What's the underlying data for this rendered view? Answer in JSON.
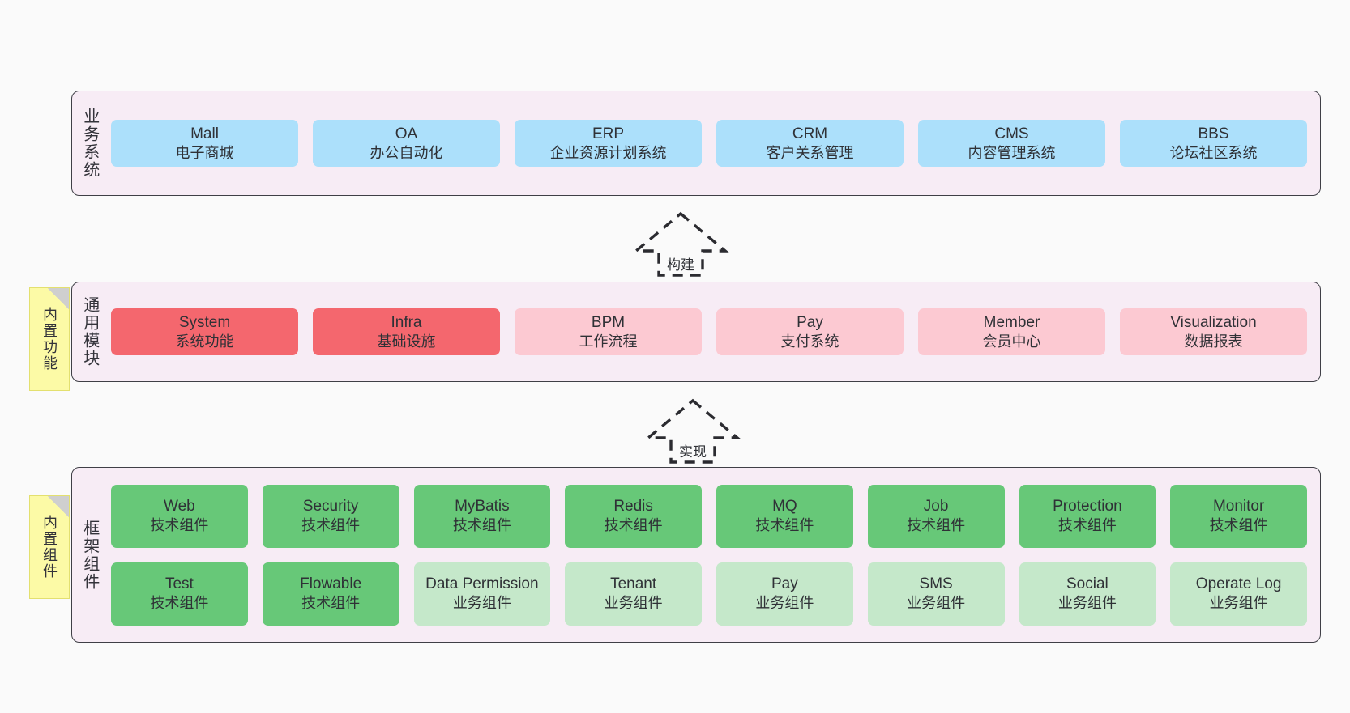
{
  "layers": [
    {
      "key": "business-systems",
      "label": "业务系统",
      "rows": [
        {
          "nodes": [
            {
              "en": "Mall",
              "cn": "电子商城",
              "style": "n-blue"
            },
            {
              "en": "OA",
              "cn": "办公自动化",
              "style": "n-blue"
            },
            {
              "en": "ERP",
              "cn": "企业资源计划系统",
              "style": "n-blue"
            },
            {
              "en": "CRM",
              "cn": "客户关系管理",
              "style": "n-blue"
            },
            {
              "en": "CMS",
              "cn": "内容管理系统",
              "style": "n-blue"
            },
            {
              "en": "BBS",
              "cn": "论坛社区系统",
              "style": "n-blue"
            }
          ]
        }
      ]
    },
    {
      "key": "common-modules",
      "label": "通用模块",
      "note": "内置功能",
      "rows": [
        {
          "nodes": [
            {
              "en": "System",
              "cn": "系统功能",
              "style": "n-red"
            },
            {
              "en": "Infra",
              "cn": "基础设施",
              "style": "n-red"
            },
            {
              "en": "BPM",
              "cn": "工作流程",
              "style": "n-pink"
            },
            {
              "en": "Pay",
              "cn": "支付系统",
              "style": "n-pink"
            },
            {
              "en": "Member",
              "cn": "会员中心",
              "style": "n-pink"
            },
            {
              "en": "Visualization",
              "cn": "数据报表",
              "style": "n-pink"
            }
          ]
        }
      ]
    },
    {
      "key": "framework-components",
      "label": "框架组件",
      "note": "内置组件",
      "rows": [
        {
          "nodes": [
            {
              "en": "Web",
              "cn": "技术组件",
              "style": "n-green"
            },
            {
              "en": "Security",
              "cn": "技术组件",
              "style": "n-green"
            },
            {
              "en": "MyBatis",
              "cn": "技术组件",
              "style": "n-green"
            },
            {
              "en": "Redis",
              "cn": "技术组件",
              "style": "n-green"
            },
            {
              "en": "MQ",
              "cn": "技术组件",
              "style": "n-green"
            },
            {
              "en": "Job",
              "cn": "技术组件",
              "style": "n-green"
            },
            {
              "en": "Protection",
              "cn": "技术组件",
              "style": "n-green"
            },
            {
              "en": "Monitor",
              "cn": "技术组件",
              "style": "n-green"
            }
          ]
        },
        {
          "nodes": [
            {
              "en": "Test",
              "cn": "技术组件",
              "style": "n-green"
            },
            {
              "en": "Flowable",
              "cn": "技术组件",
              "style": "n-green"
            },
            {
              "en": "Data Permission",
              "cn": "业务组件",
              "style": "n-greenlight"
            },
            {
              "en": "Tenant",
              "cn": "业务组件",
              "style": "n-greenlight"
            },
            {
              "en": "Pay",
              "cn": "业务组件",
              "style": "n-greenlight"
            },
            {
              "en": "SMS",
              "cn": "业务组件",
              "style": "n-greenlight"
            },
            {
              "en": "Social",
              "cn": "业务组件",
              "style": "n-greenlight"
            },
            {
              "en": "Operate Log",
              "cn": "业务组件",
              "style": "n-greenlight"
            }
          ]
        }
      ]
    }
  ],
  "connectors": [
    {
      "key": "build",
      "label": "构建"
    },
    {
      "key": "implement",
      "label": "实现"
    }
  ],
  "colors": {
    "canvas_background": "#fafafa",
    "layer_background": "#f7ecf5",
    "layer_border": "#3f3f46",
    "note_background": "#fcfaa6",
    "blue": "#ace0fb",
    "red": "#f4676e",
    "pink": "#fcc9d2",
    "green": "#67c878",
    "green_light": "#c5e8ca"
  }
}
